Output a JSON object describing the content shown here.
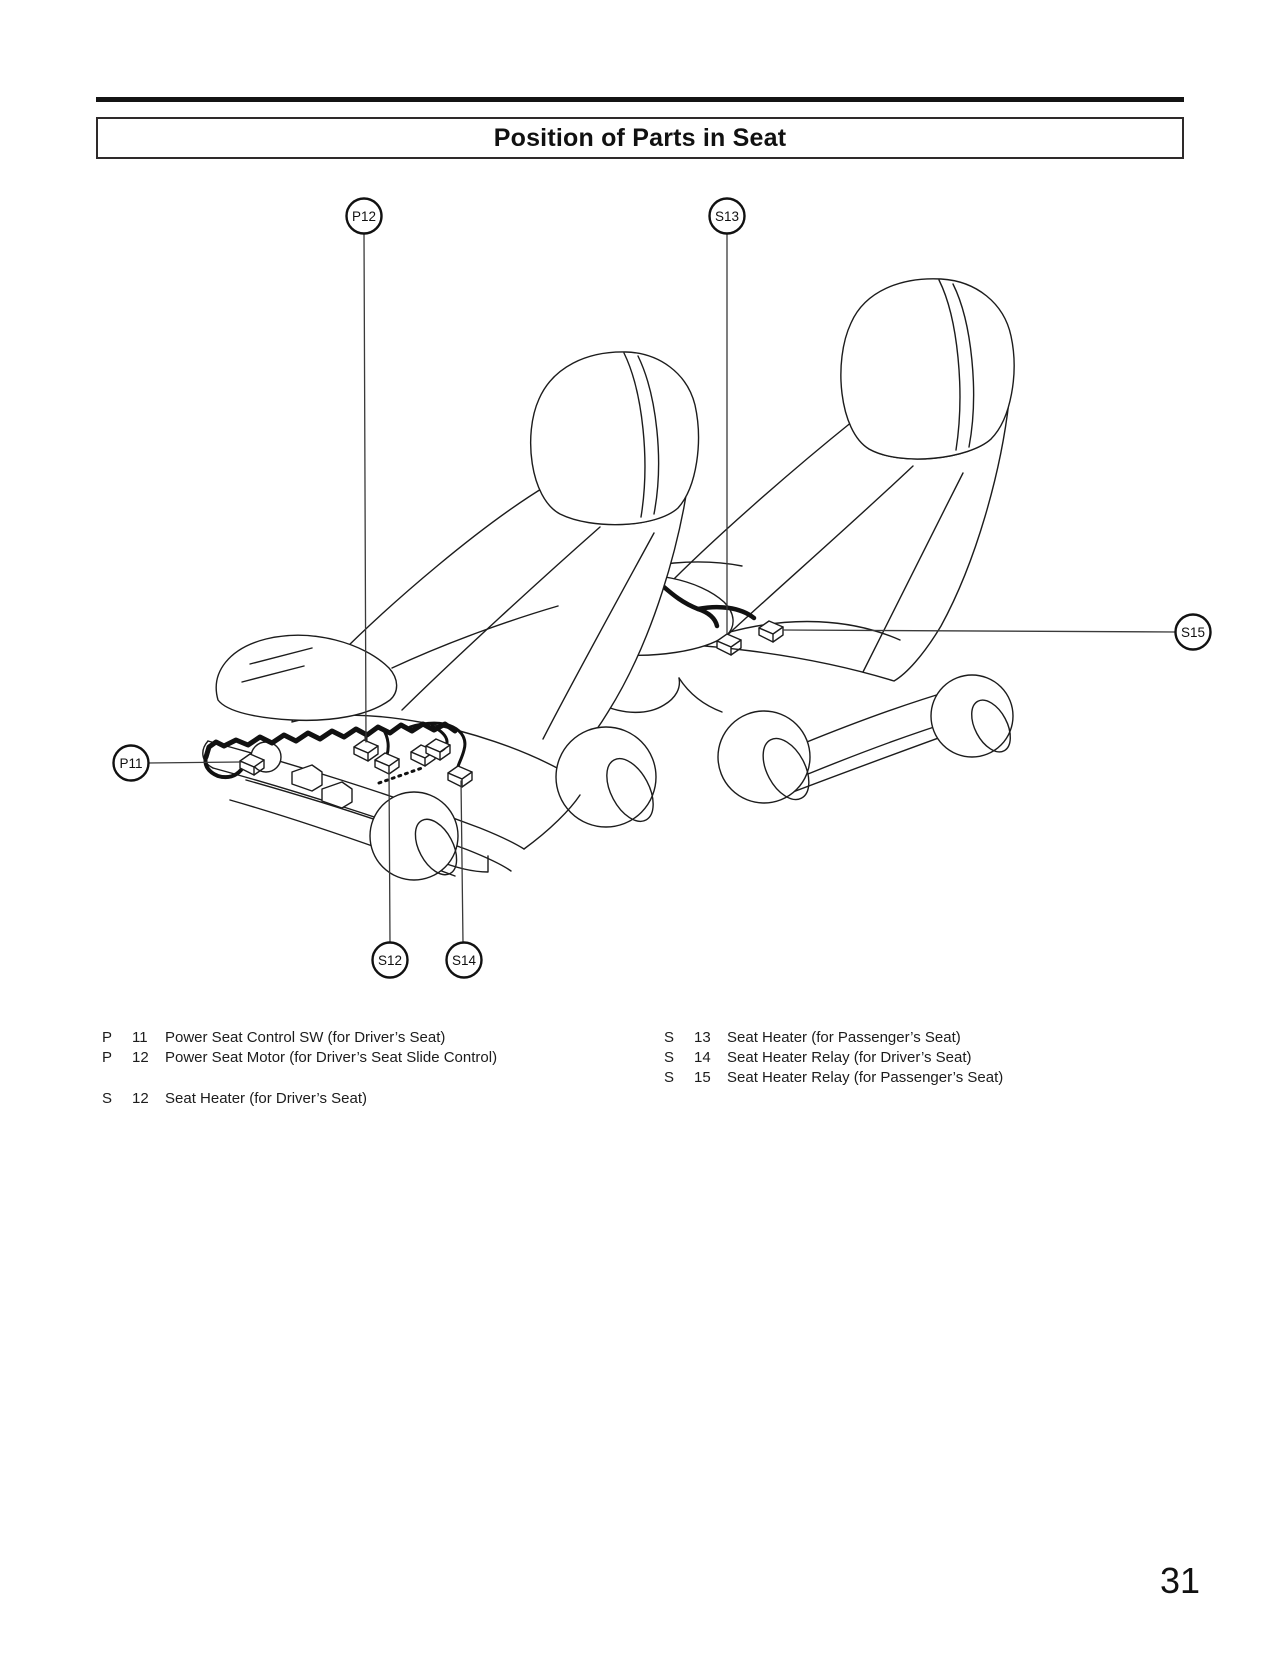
{
  "page": {
    "title": "Position of Parts in Seat",
    "page_number": "31"
  },
  "callouts": {
    "p11": "P11",
    "p12": "P12",
    "s12": "S12",
    "s13": "S13",
    "s14": "S14",
    "s15": "S15"
  },
  "legend": {
    "left": [
      {
        "prefix": "P",
        "num": "11",
        "desc": "Power Seat Control SW (for Driver’s Seat)"
      },
      {
        "prefix": "P",
        "num": "12",
        "desc": "Power Seat Motor (for Driver’s Seat Slide Control)"
      },
      {
        "prefix": "S",
        "num": "12",
        "desc": "Seat Heater (for Driver’s Seat)"
      }
    ],
    "right": [
      {
        "prefix": "S",
        "num": "13",
        "desc": "Seat Heater (for Passenger’s Seat)"
      },
      {
        "prefix": "S",
        "num": "14",
        "desc": "Seat Heater Relay (for Driver’s Seat)"
      },
      {
        "prefix": "S",
        "num": "15",
        "desc": "Seat Heater Relay (for Passenger’s Seat)"
      }
    ]
  },
  "colors": {
    "line": "#1c1c1c",
    "harness": "#111111"
  }
}
